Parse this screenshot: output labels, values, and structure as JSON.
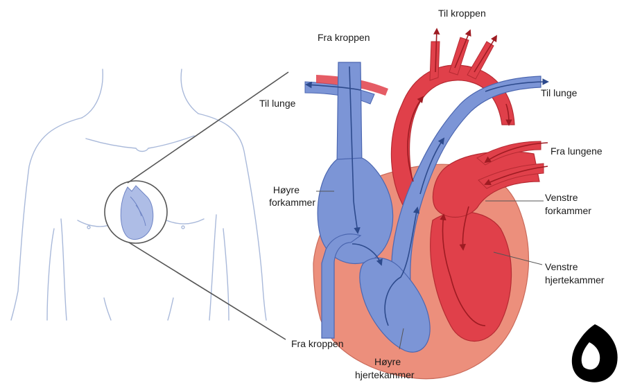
{
  "labels": {
    "to_body": "Til kroppen",
    "from_body_top": "Fra kroppen",
    "to_lung_left": "Til lunge",
    "to_lung_right": "Til lunge",
    "from_lungs": "Fra lungene",
    "right_atrium_1": "Høyre",
    "right_atrium_2": "forkammer",
    "left_atrium_1": "Venstre",
    "left_atrium_2": "forkammer",
    "left_ventricle_1": "Venstre",
    "left_ventricle_2": "hjertekammer",
    "from_body_bottom": "Fra kroppen",
    "right_ventricle_1": "Høyre",
    "right_ventricle_2": "hjertekammer"
  },
  "colors": {
    "oxygen_poor_blood": "#7c95d6",
    "oxygen_rich_blood": "#e0404a",
    "heart_muscle": "#ec8f7c",
    "body_outline": "#a9b9da",
    "arrow_blue": "#2d4a8c",
    "arrow_red": "#9e1b22"
  }
}
